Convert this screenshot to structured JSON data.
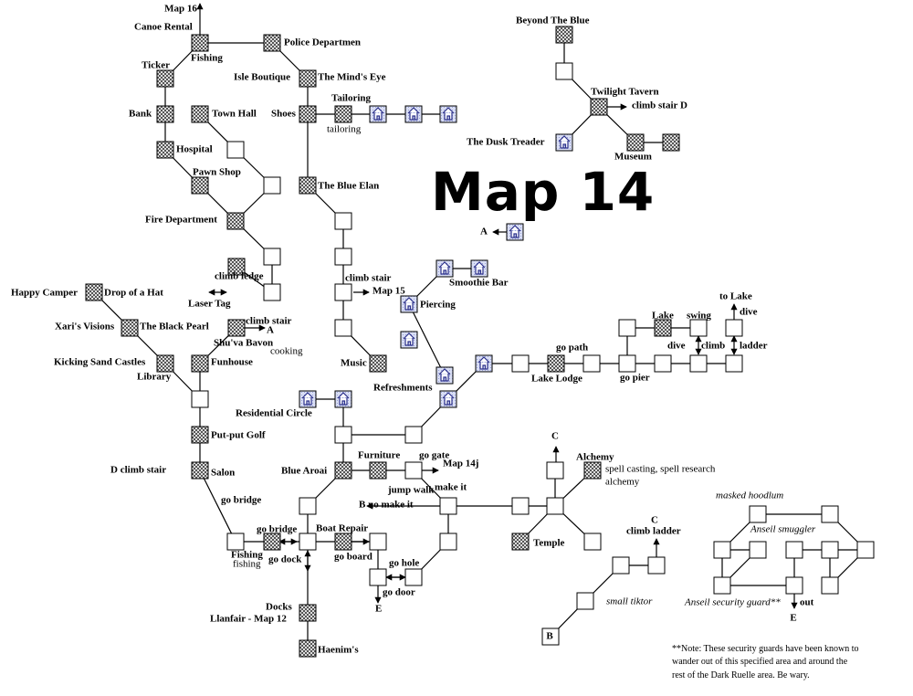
{
  "title": "Map 14",
  "colors": {
    "checker_dark": "#555555",
    "checker_light": "#dddddd",
    "house_fill": "#cfd6f2",
    "house_stroke": "#2a2f8a"
  },
  "labels": [
    [
      "Map 16",
      198,
      10,
      "b",
      "m"
    ],
    [
      "Canoe Rental",
      147,
      30,
      "b",
      "s"
    ],
    [
      "Fishing",
      209,
      64,
      "b",
      "s"
    ],
    [
      "Police Departmen",
      311,
      47,
      "b",
      "s"
    ],
    [
      "Ticker",
      155,
      72,
      "b",
      "s"
    ],
    [
      "Isle Boutique",
      256,
      85,
      "b",
      "s"
    ],
    [
      "The Mind's Eye",
      348,
      85,
      "b",
      "s"
    ],
    [
      "Tailoring",
      363,
      108,
      "b",
      "s"
    ],
    [
      "Bank",
      141,
      125,
      "b",
      "s"
    ],
    [
      "Town Hall",
      232,
      125,
      "b",
      "s"
    ],
    [
      "Shoes",
      297,
      125,
      "b",
      "s"
    ],
    [
      "tailoring",
      358,
      142,
      "",
      "s"
    ],
    [
      "Hospital",
      193,
      164,
      "b",
      "s"
    ],
    [
      "Pawn Shop",
      211,
      189,
      "b",
      "s"
    ],
    [
      "The Blue Elan",
      348,
      204,
      "b",
      "s"
    ],
    [
      "Fire Department",
      159,
      241,
      "b",
      "s"
    ],
    [
      "Beyond The Blue",
      565,
      23,
      "b",
      "s"
    ],
    [
      "Twilight Tavern",
      647,
      101,
      "b",
      "s"
    ],
    [
      "climb stair  D",
      692,
      116,
      "b",
      "s"
    ],
    [
      "The Dusk Treader",
      511,
      156,
      "b",
      "s"
    ],
    [
      "Museum",
      673,
      172,
      "b",
      "s"
    ],
    [
      "A",
      526,
      254,
      "b",
      "s"
    ],
    [
      "Smoothie Bar",
      492,
      310,
      "b",
      "s"
    ],
    [
      "Piercing",
      460,
      334,
      "b",
      "s"
    ],
    [
      "climb stair",
      378,
      305,
      "b",
      "s"
    ],
    [
      "Map 15",
      408,
      319,
      "b",
      "s"
    ],
    [
      "climb ledge",
      235,
      303,
      "b",
      "s"
    ],
    [
      "Laser Tag",
      206,
      333,
      "b",
      "s"
    ],
    [
      "Happy Camper",
      12,
      321,
      "b",
      "s"
    ],
    [
      "Drop of a Hat",
      114,
      321,
      "b",
      "s"
    ],
    [
      "Xari's Visions",
      60,
      358,
      "b",
      "s"
    ],
    [
      "The Black Pearl",
      153,
      358,
      "b",
      "s"
    ],
    [
      "climb stair",
      269,
      352,
      "b",
      "s"
    ],
    [
      "A",
      292,
      362,
      "b",
      "s"
    ],
    [
      "Shu'va Bavon",
      234,
      376,
      "b",
      "s"
    ],
    [
      "cooking",
      296,
      385,
      "",
      "s"
    ],
    [
      "Kicking Sand Castles",
      59,
      397,
      "b",
      "s"
    ],
    [
      "Funhouse",
      231,
      397,
      "b",
      "s"
    ],
    [
      "Library",
      150,
      413,
      "b",
      "s"
    ],
    [
      "Music",
      373,
      398,
      "b",
      "s"
    ],
    [
      "Refreshments",
      409,
      425,
      "b",
      "s"
    ],
    [
      "Residential Circle",
      258,
      453,
      "b",
      "s"
    ],
    [
      "Put-put Golf",
      231,
      477,
      "b",
      "s"
    ],
    [
      "D climb stair",
      121,
      515,
      "b",
      "s"
    ],
    [
      "Salon",
      231,
      518,
      "b",
      "s"
    ],
    [
      "Blue Aroai",
      308,
      516,
      "b",
      "s"
    ],
    [
      "Furniture",
      392,
      499,
      "b",
      "s"
    ],
    [
      "go gate",
      459,
      499,
      "b",
      "s"
    ],
    [
      "Map 14j",
      485,
      508,
      "b",
      "s"
    ],
    [
      "jump walk",
      425,
      537,
      "b",
      "s"
    ],
    [
      "make it",
      476,
      534,
      "b",
      "s"
    ],
    [
      "B  no make it",
      393,
      553,
      "b",
      "s"
    ],
    [
      "go bridge",
      242,
      548,
      "b",
      "s"
    ],
    [
      "go bridge",
      281,
      580,
      "b",
      "s"
    ],
    [
      "Boat Repair",
      346,
      579,
      "b",
      "s"
    ],
    [
      "Fishing",
      253,
      608,
      "b",
      "s"
    ],
    [
      "fishing",
      255,
      618,
      "",
      "s"
    ],
    [
      "go dock",
      294,
      613,
      "b",
      "s"
    ],
    [
      "go board",
      366,
      610,
      "b",
      "s"
    ],
    [
      "go hole",
      426,
      617,
      "b",
      "s"
    ],
    [
      "go door",
      419,
      649,
      "b",
      "s"
    ],
    [
      "E",
      411,
      667,
      "b",
      "s"
    ],
    [
      "Docks",
      291,
      665,
      "b",
      "s"
    ],
    [
      "Llanfair - Map 12",
      230,
      678,
      "b",
      "s"
    ],
    [
      "Haenim's",
      348,
      712,
      "b",
      "s"
    ],
    [
      "C",
      608,
      478,
      "b",
      "m"
    ],
    [
      "Alchemy",
      631,
      501,
      "b",
      "s"
    ],
    [
      "spell casting, spell research",
      663,
      514,
      "",
      "s"
    ],
    [
      "alchemy",
      663,
      528,
      "",
      "s"
    ],
    [
      "Temple",
      584,
      595,
      "b",
      "s"
    ],
    [
      "C",
      717,
      570,
      "b",
      "m"
    ],
    [
      "climb ladder",
      686,
      582,
      "b",
      "s"
    ],
    [
      "small tiktor",
      664,
      659,
      "it",
      "s"
    ],
    [
      "B",
      602,
      697,
      "b",
      "m"
    ],
    [
      "go path",
      609,
      381,
      "b",
      "s"
    ],
    [
      "Lake Lodge",
      582,
      415,
      "b",
      "s"
    ],
    [
      "go pier",
      679,
      414,
      "b",
      "s"
    ],
    [
      "Lake",
      714,
      346,
      "b",
      "s"
    ],
    [
      "swing",
      752,
      346,
      "b",
      "s"
    ],
    [
      "to Lake",
      788,
      325,
      "b",
      "s"
    ],
    [
      "dive",
      810,
      342,
      "b",
      "s"
    ],
    [
      "dive",
      731,
      379,
      "b",
      "s"
    ],
    [
      "climb",
      768,
      379,
      "b",
      "s"
    ],
    [
      "ladder",
      810,
      379,
      "b",
      "s"
    ],
    [
      "masked hoodlum",
      784,
      543,
      "it",
      "s"
    ],
    [
      "Anseil smuggler",
      822,
      580,
      "it",
      "s"
    ],
    [
      "Anseil security guard**",
      750,
      660,
      "it",
      "s"
    ],
    [
      "out",
      876,
      660,
      "b",
      "s"
    ],
    [
      "E",
      869,
      677,
      "b",
      "m"
    ]
  ],
  "note_lines": [
    "**Note: These security guards have been known to",
    "wander out of this specified area and around the",
    "rest of the Dark Ruelle area. Be wary."
  ]
}
